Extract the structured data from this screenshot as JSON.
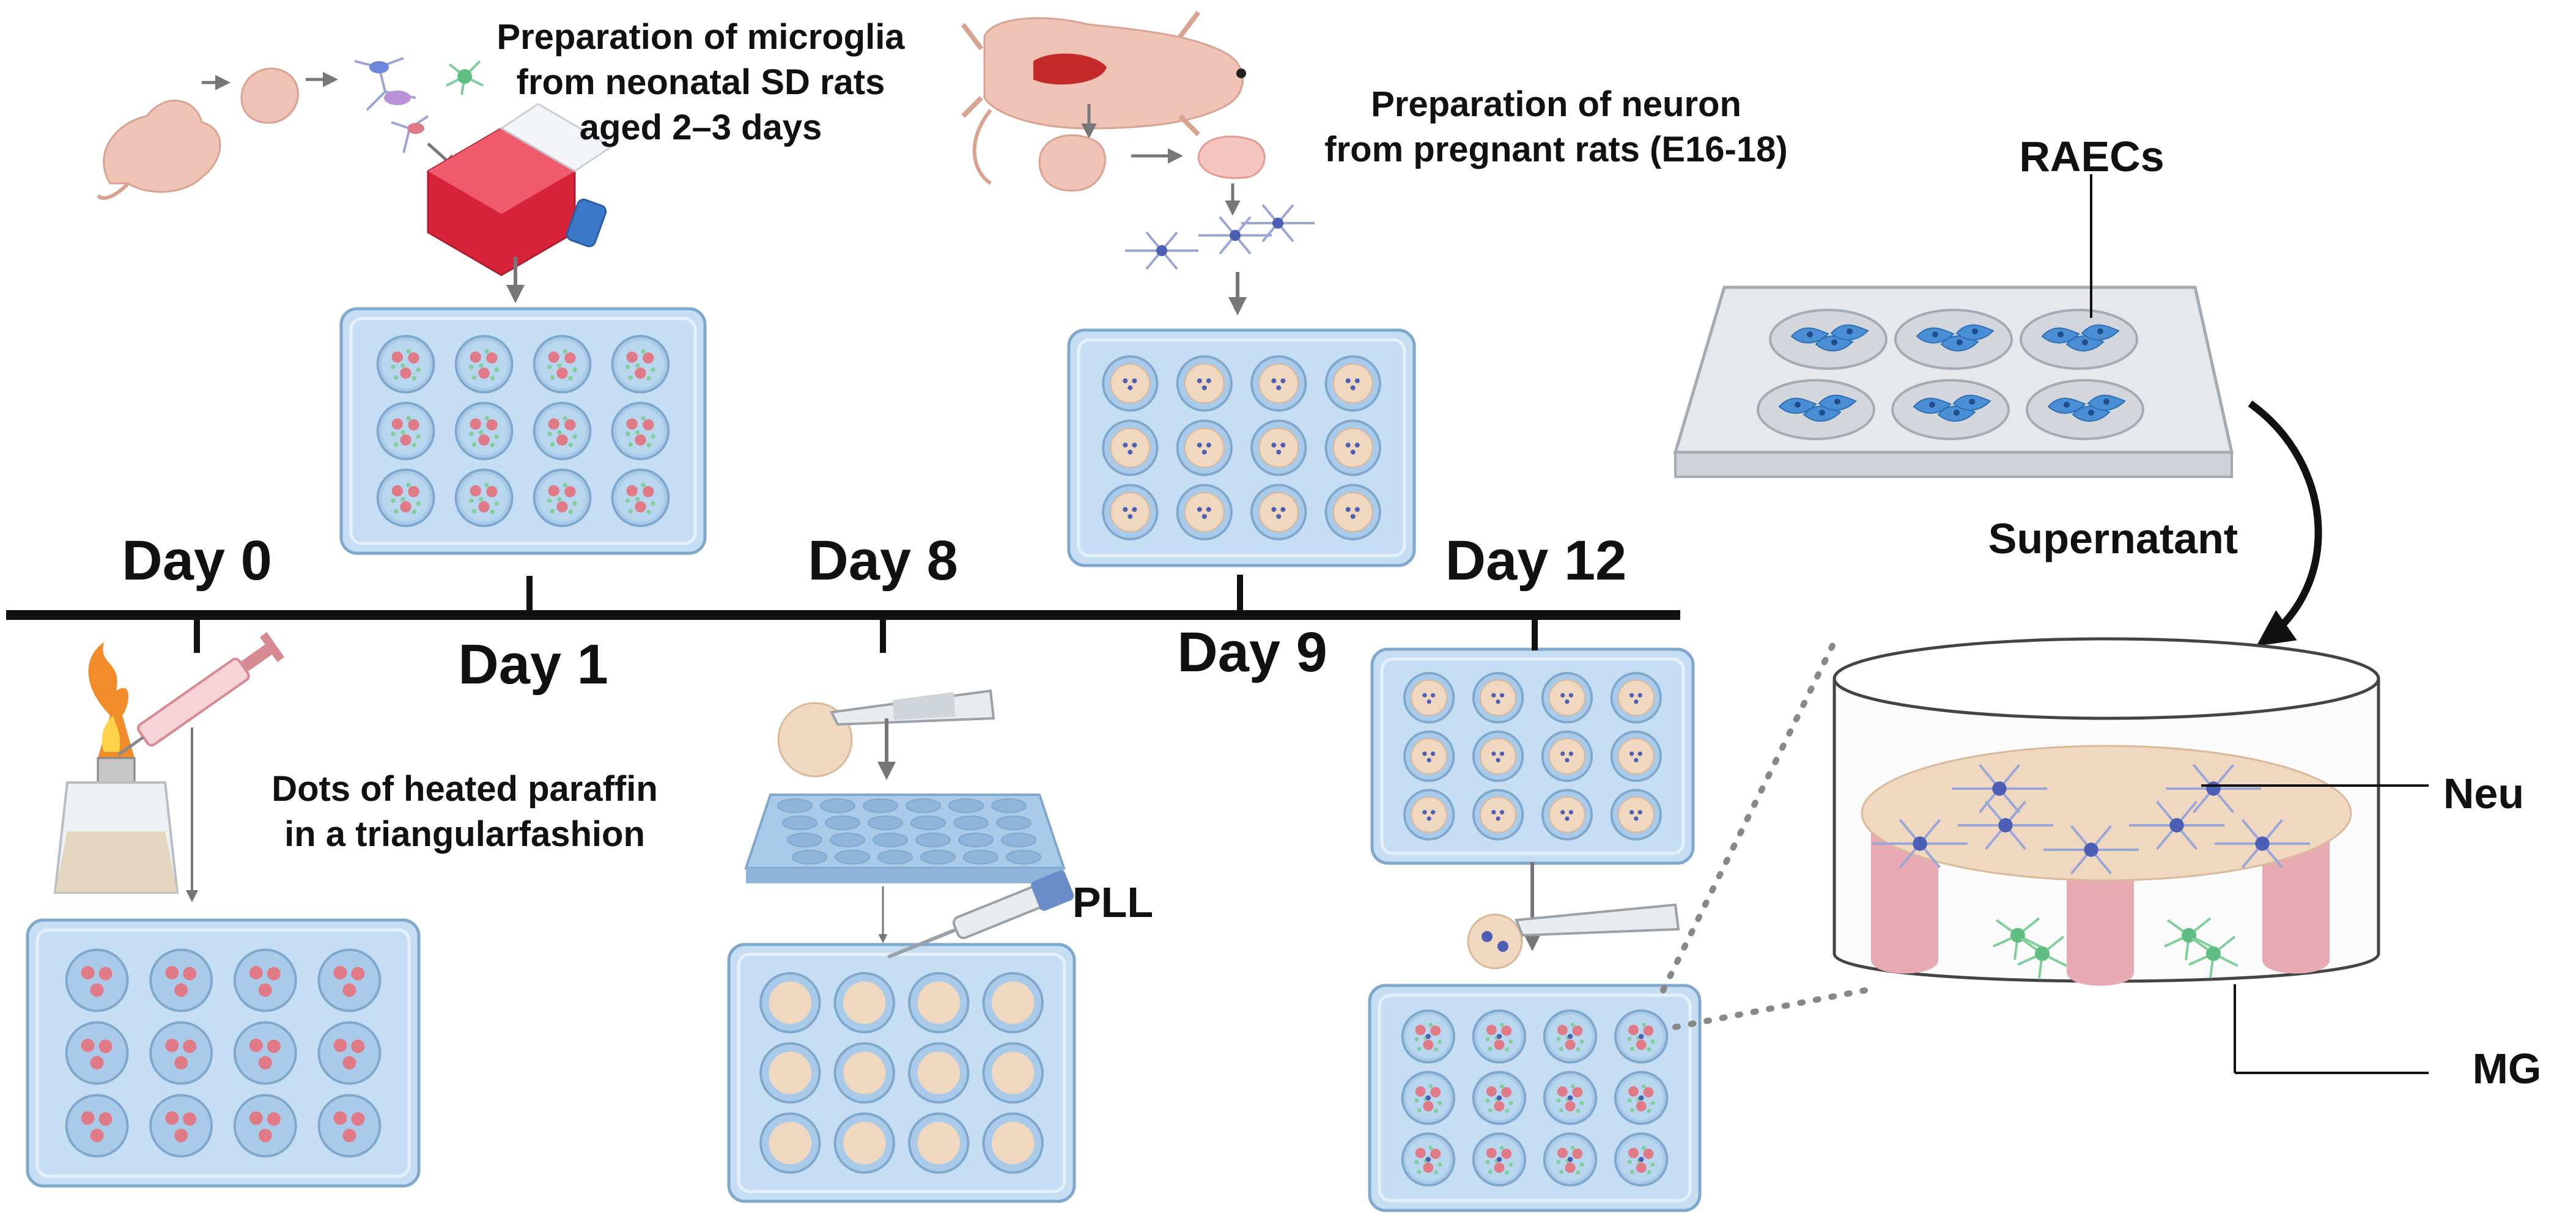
{
  "captions": {
    "microglia": [
      "Preparation of microglia",
      "from neonatal SD rats",
      "aged 2–3 days"
    ],
    "neuron": [
      "Preparation of neuron",
      "from pregnant rats (E16-18)"
    ],
    "paraffin": [
      "Dots of heated paraffin",
      "in a triangularfashion"
    ],
    "raecs": "RAECs",
    "supernatant": "Supernatant",
    "pll": "PLL",
    "neu": "Neu",
    "mg": "MG"
  },
  "timeline": {
    "days": [
      "Day 0",
      "Day 1",
      "Day 8",
      "Day 9",
      "Day 12"
    ]
  },
  "colors": {
    "plate_fill": "#c6def3",
    "plate_edge": "#7fa8cc",
    "well_fill": "#a9cbe9",
    "cell_pink": "#e07a86",
    "cell_green": "#7fcf9a",
    "cream": "#efd7c0",
    "neuron_blue": "#4d5fb4",
    "raec_blue": "#4a8ed6",
    "flask_red": "#d8243b"
  }
}
